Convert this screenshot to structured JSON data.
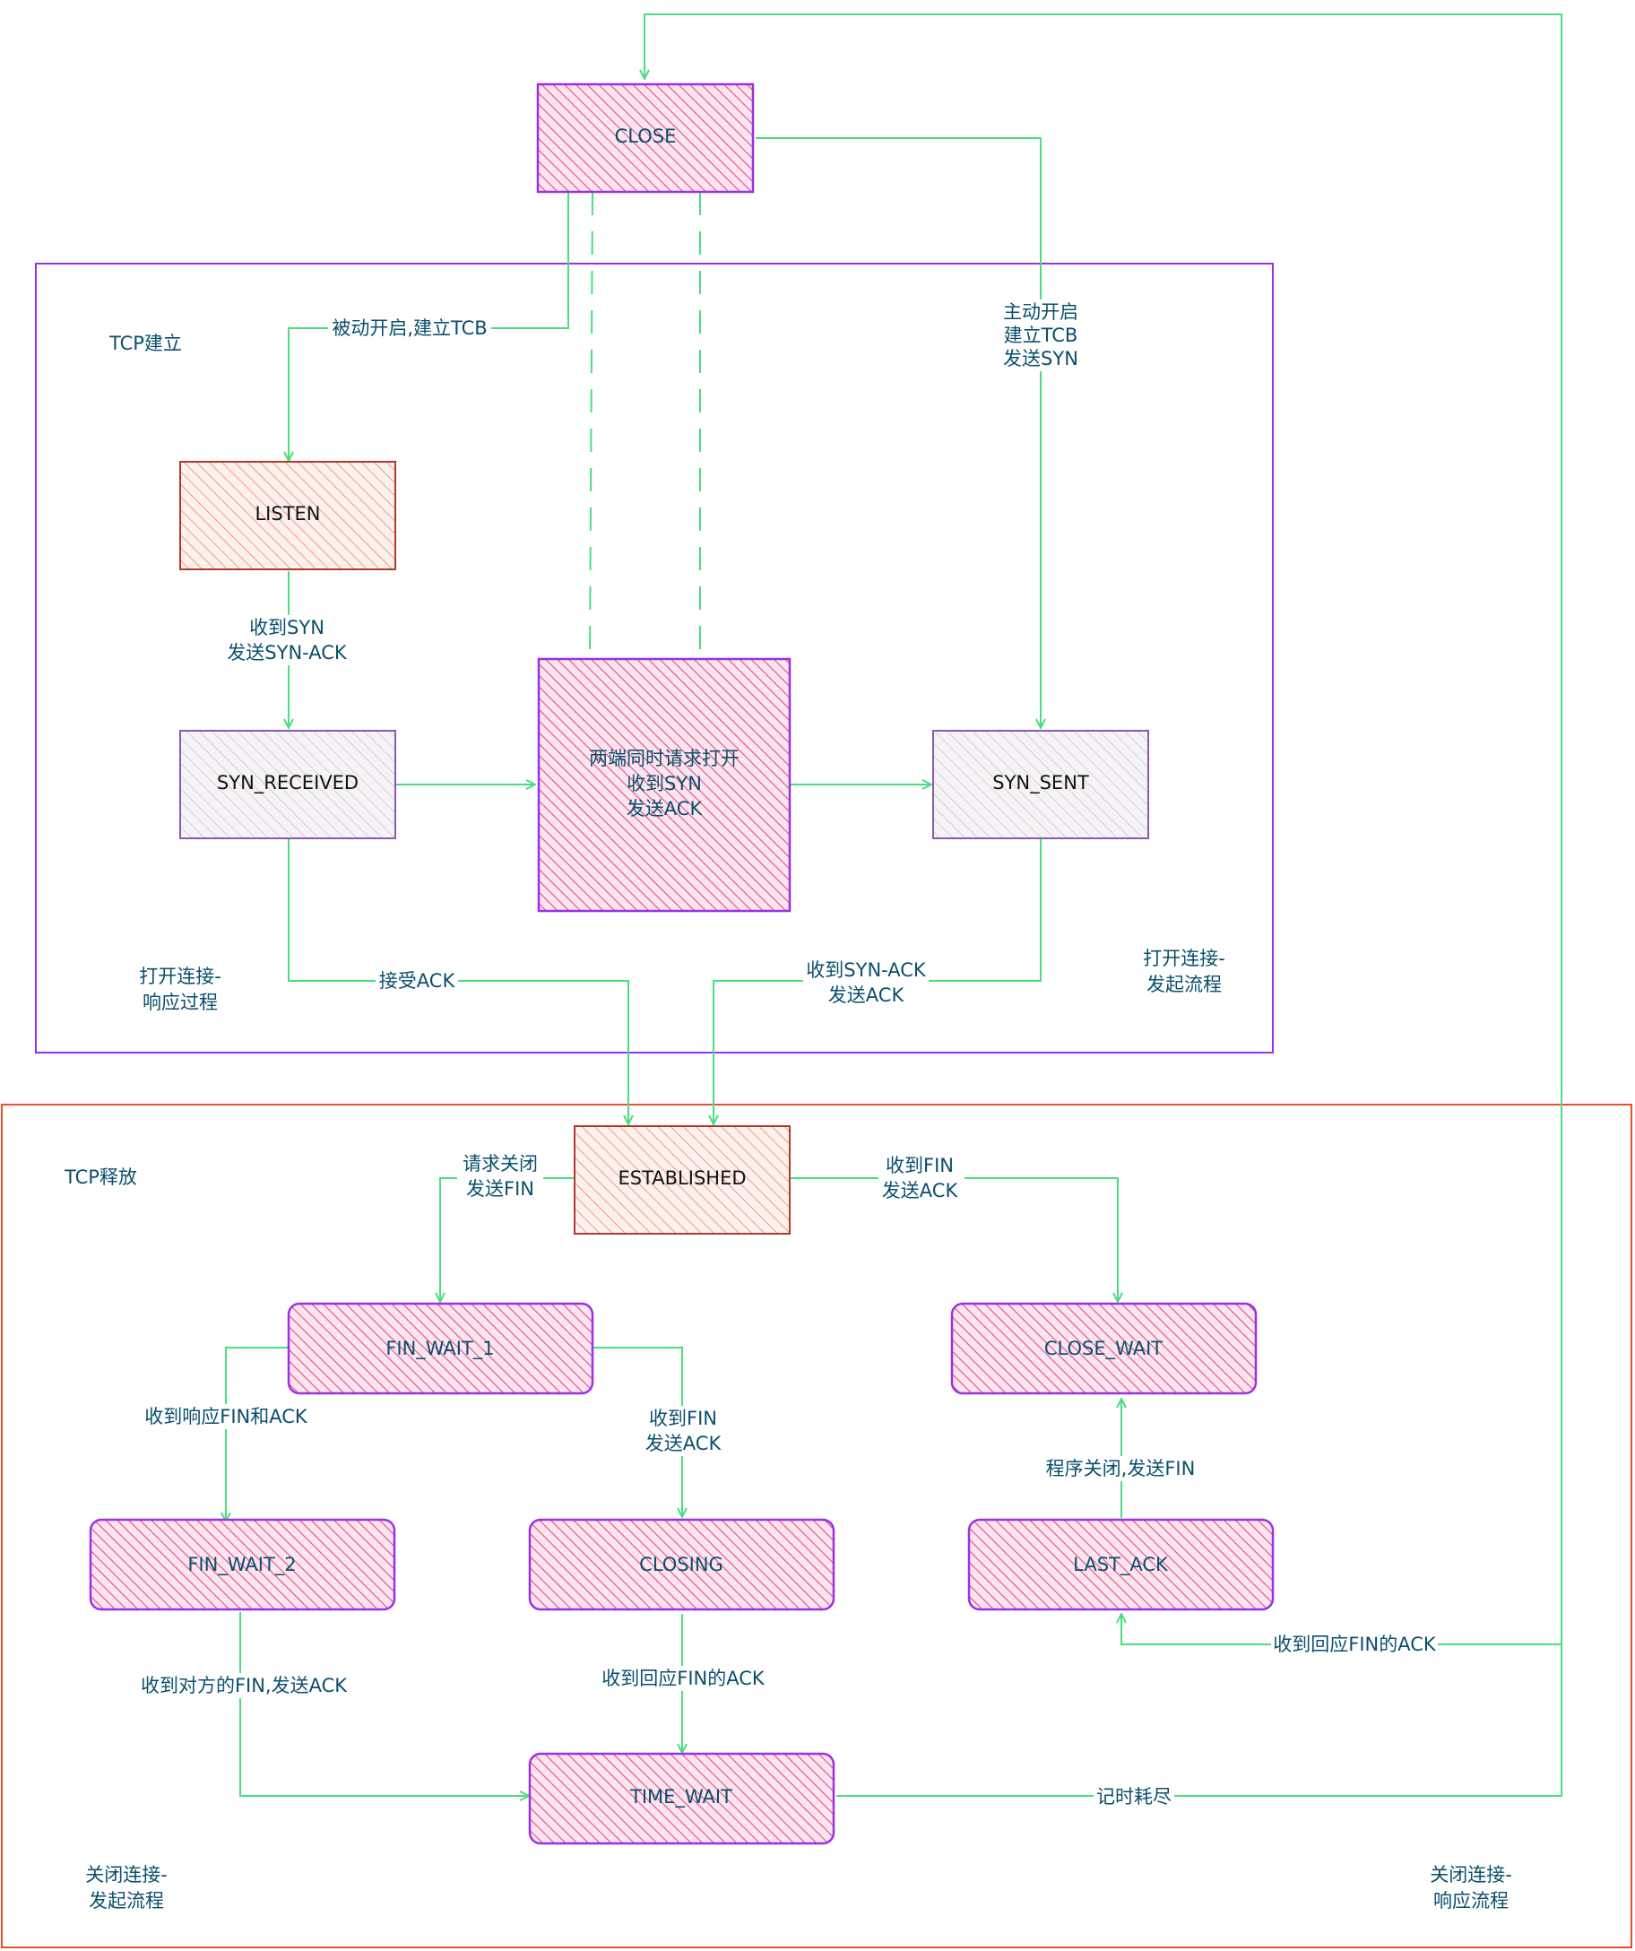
{
  "colors": {
    "edge": "#4ade80",
    "purple": "#9b30e6",
    "red": "#b03a2e",
    "orange": "#e8502a",
    "pink_fill": "#e84a8a",
    "red_fill": "#f19a8a",
    "gray_fill": "#d7cfd8",
    "text_blue": "#0b4f6c",
    "text_dark": "#111111"
  },
  "regions": {
    "tcp_establish": {
      "title": "TCP建立",
      "note_left": [
        "打开连接-",
        "响应过程"
      ],
      "note_right": [
        "打开连接-",
        "发起流程"
      ]
    },
    "tcp_release": {
      "title": "TCP释放",
      "note_left": [
        "关闭连接-",
        "发起流程"
      ],
      "note_right": [
        "关闭连接-",
        "响应流程"
      ]
    }
  },
  "states": {
    "close": "CLOSE",
    "listen": "LISTEN",
    "syn_received": "SYN_RECEIVED",
    "simultaneous": [
      "两端同时请求打开",
      "收到SYN",
      "发送ACK"
    ],
    "syn_sent": "SYN_SENT",
    "established": "ESTABLISHED",
    "fin_wait_1": "FIN_WAIT_1",
    "close_wait": "CLOSE_WAIT",
    "fin_wait_2": "FIN_WAIT_2",
    "closing": "CLOSING",
    "last_ack": "LAST_ACK",
    "time_wait": "TIME_WAIT"
  },
  "transitions": {
    "passive_open": "被动开启,建立TCB",
    "active_open": [
      "主动开启",
      "建立TCB",
      "发送SYN"
    ],
    "recv_syn": [
      "收到SYN",
      "发送SYN-ACK"
    ],
    "accept_ack": "接受ACK",
    "recv_syn_ack": [
      "收到SYN-ACK",
      "发送ACK"
    ],
    "request_close": [
      "请求关闭",
      "发送FIN"
    ],
    "recv_fin_send_ack": [
      "收到FIN",
      "发送ACK"
    ],
    "recv_fin_and_ack": "收到响应FIN和ACK",
    "recv_fin_send_ack_2": [
      "收到FIN",
      "发送ACK"
    ],
    "app_close": "程序关闭,发送FIN",
    "recv_peer_fin": "收到对方的FIN,发送ACK",
    "recv_fin_ack_closing": "收到回应FIN的ACK",
    "recv_fin_ack_last": "收到回应FIN的ACK",
    "timeout": "记时耗尽"
  }
}
